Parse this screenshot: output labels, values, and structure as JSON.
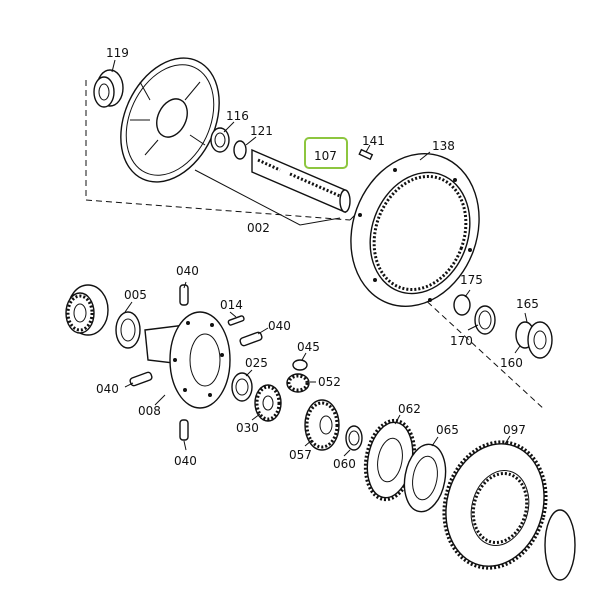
{
  "diagram": {
    "highlight_color": "#8dc63f",
    "highlighted_part": "107",
    "labels": {
      "p119": "119",
      "p116": "116",
      "p121": "121",
      "p107": "107",
      "p141": "141",
      "p138": "138",
      "p002": "002",
      "p175": "175",
      "p165": "165",
      "p170": "170",
      "p160": "160",
      "p040a": "040",
      "p005": "005",
      "p014": "014",
      "p040b": "040",
      "p045": "045",
      "p025": "025",
      "p052": "052",
      "p040c": "040",
      "p008": "008",
      "p030": "030",
      "p062": "062",
      "p065": "065",
      "p097": "097",
      "p057": "057",
      "p060": "060",
      "p040d": "040"
    }
  }
}
